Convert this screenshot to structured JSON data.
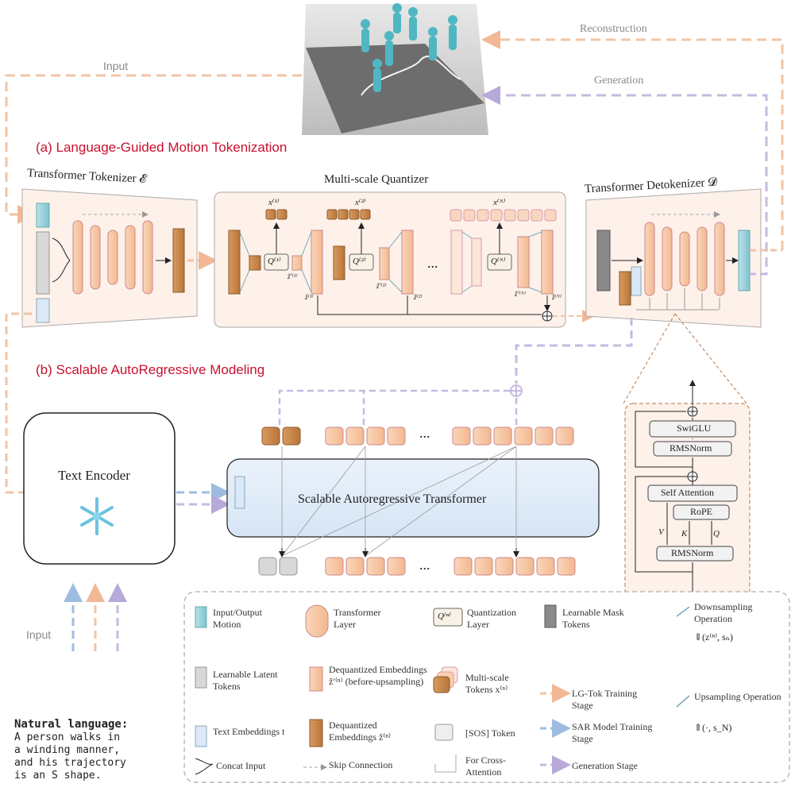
{
  "section_a_title": "(a) Language-Guided Motion Tokenization",
  "section_b_title": "(b) Scalable AutoRegressive Modeling",
  "tokenizer_title": "Transformer Tokenizer 𝓔",
  "quantizer_title": "Multi-scale Quantizer",
  "detokenizer_title": "Transformer Detokenizer 𝓓",
  "flows": {
    "input": "Input",
    "reconstruction": "Reconstruction",
    "generation": "Generation",
    "bottom_input": "Input"
  },
  "quantizer_labels": {
    "x1": "x⁽¹⁾",
    "x2": "x⁽²⁾",
    "xN": "x⁽ᴺ⁾",
    "q1": "Q⁽¹⁾",
    "q2": "Q⁽²⁾",
    "qN": "Q⁽ᴺ⁾",
    "zp1": "ẑ′⁽¹⁾",
    "z1": "ẑ⁽¹⁾",
    "zp2": "ẑ′⁽²⁾",
    "z2": "ẑ⁽²⁾",
    "zpN": "ẑ′⁽ᴺ⁾",
    "zN": "ẑ⁽ᴺ⁾",
    "ellipsis": "..."
  },
  "text_encoder": "Text Encoder",
  "sar_transformer": "Scalable Autoregressive Transformer",
  "ellipsis": "...",
  "block": {
    "swiglu": "SwiGLU",
    "rmsnorm_top": "RMSNorm",
    "self_attention": "Self Attention",
    "rope": "RoPE",
    "rmsnorm_bottom": "RMSNorm",
    "v": "V",
    "k": "K",
    "q": "Q"
  },
  "natural_language": {
    "heading": "Natural language:",
    "lines": [
      "A person walks in",
      "a winding manner,",
      "and his trajectory",
      "is an S shape."
    ]
  },
  "legend": {
    "io_motion": "Input/Output Motion",
    "transformer_layer": "Transformer Layer",
    "quant_layer": "Quantization Layer",
    "quant_symbol": "Q⁽ⁿ⁾",
    "mask_tokens": "Learnable Mask Tokens",
    "downsampling": "Downsampling Operation",
    "downsampling_formula": "⇓(z⁽ⁿ⁾, sₙ)",
    "latent_tokens": "Learnable Latent Tokens",
    "deq_before": "Dequantized Embeddings ẑ′⁽ⁿ⁾ (before-upsampling)",
    "multiscale_tokens": "Multi-scale Tokens x⁽ⁿ⁾",
    "lgtok_stage": "LG-Tok Training Stage",
    "text_embeddings": "Text Embeddings t",
    "deq": "Dequantized Embeddings ẑ⁽ⁿ⁾",
    "sos_token": "[SOS] Token",
    "sar_stage": "SAR Model Training Stage",
    "upsampling": "Upsampling Operation",
    "upsampling_formula": "⇑(·, s_N)",
    "concat": "Concat Input",
    "skip": "Skip Connection",
    "cross_attention": "For Cross-Attention",
    "generation_stage": "Generation Stage"
  },
  "colors": {
    "peach": "#f7c9a8",
    "peach_dark": "#d9935c",
    "brown": "#c07a3c",
    "teal": "#9fd3dc",
    "gray": "#d8d8d8",
    "dark_gray": "#8a8a8a",
    "lavender": "#b7a9d9",
    "light_blue": "#dbe8f7",
    "red": "#c8102e"
  }
}
